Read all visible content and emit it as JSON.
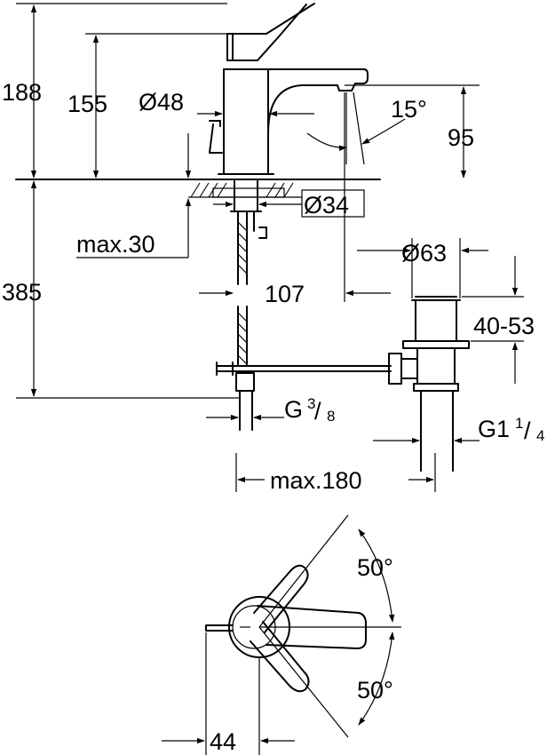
{
  "dimensions": {
    "total_height": "188",
    "spout_height": "155",
    "body_diameter": "Ø48",
    "spout_angle": "15°",
    "outlet_height": "95",
    "hole_diameter": "Ø34",
    "max_thickness": "max.30",
    "below_height": "385",
    "spout_projection": "107",
    "waste_diameter": "Ø63",
    "waste_range": "40-53",
    "supply_thread_base": "G",
    "supply_thread_num": "3",
    "supply_thread_den": "8",
    "waste_thread_base": "G1",
    "waste_thread_num": "1",
    "waste_thread_den": "4",
    "max_distance": "max.180",
    "handle_angle_top": "50°",
    "handle_angle_bottom": "50°",
    "handle_offset": "44"
  },
  "colors": {
    "line": "#000000",
    "background": "#ffffff"
  }
}
